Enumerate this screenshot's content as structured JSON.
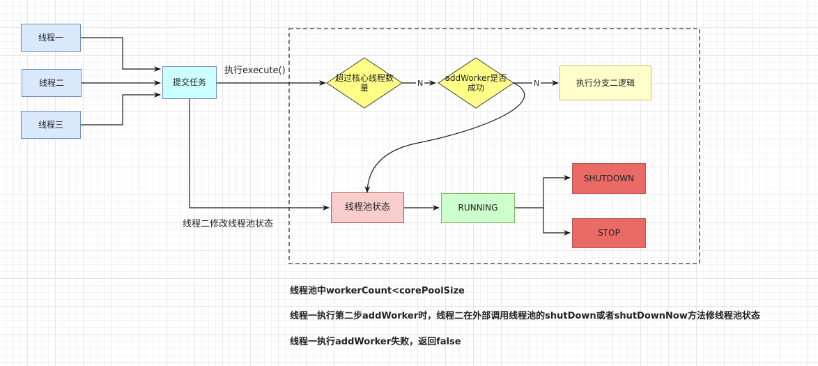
{
  "nodes": {
    "thread_one": "线程一",
    "thread_two": "线程二",
    "thread_three": "线程三",
    "submit_task": "提交任务",
    "check_core_threads": "超过核心线程数量",
    "add_worker_ok": "addWorker是否成功",
    "branch_two_logic": "执行分支二逻辑",
    "pool_state": "线程池状态",
    "running": "RUNNING",
    "shutdown": "SHUTDOWN",
    "stop": "STOP"
  },
  "edge_labels": {
    "execute": "执行execute()",
    "no_1": "N",
    "no_2": "N",
    "thread_two_modify": "线程二修改线程池状态"
  },
  "notes": [
    "线程池中workerCount<corePoolSize",
    "线程一执行第二步addWorker时，线程二在外部调用线程池的shutDown或者shutDownNow方法修线程池状态",
    "线程一执行addWorker失败，返回false"
  ],
  "colors": {
    "thread_fill": "#dae8fc",
    "submit_fill": "#ccffff",
    "decision_fill": "#ffff88",
    "branch_fill": "#ffffcc",
    "state_fill": "#f8cecc",
    "running_fill": "#ccffcc",
    "terminal_fill": "#ea6b66"
  }
}
